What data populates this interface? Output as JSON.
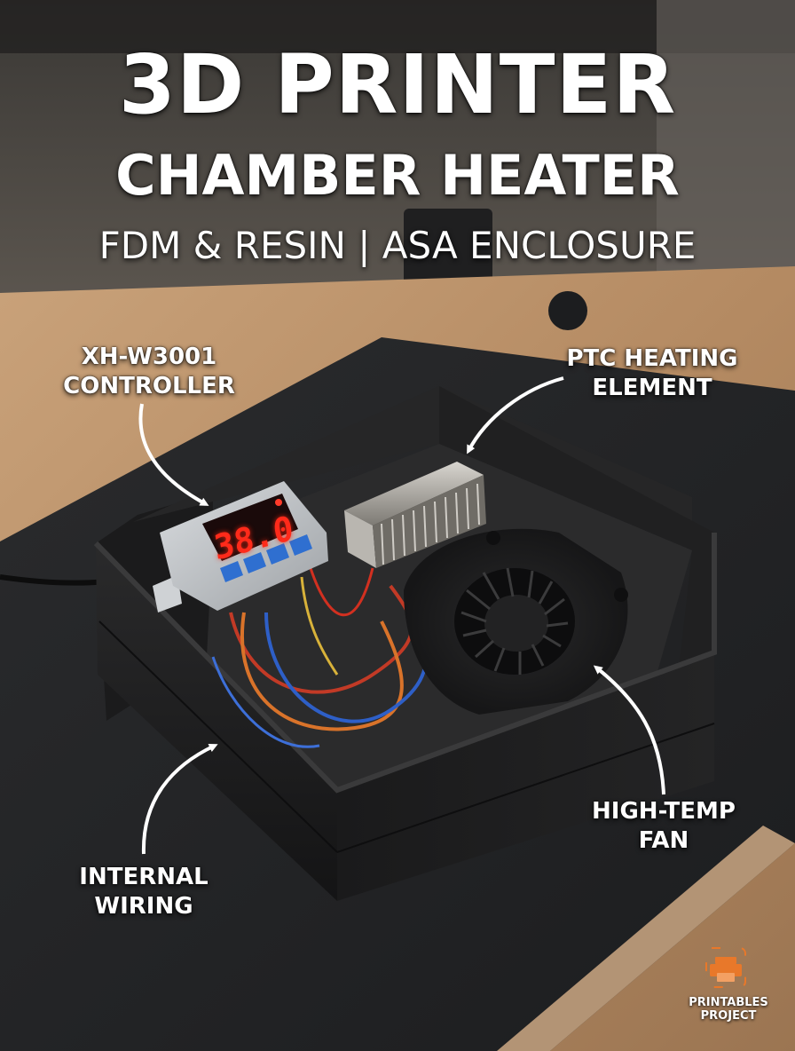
{
  "poster": {
    "title_line1": "3D PRINTER",
    "title_line2": "CHAMBER HEATER",
    "subtitle": "FDM & RESIN | ASA ENCLOSURE"
  },
  "callouts": {
    "controller": [
      "XH-W3001",
      "CONTROLLER"
    ],
    "heating_element": [
      "PTC HEATING",
      "ELEMENT"
    ],
    "fan": [
      "HIGH-TEMP",
      "FAN"
    ],
    "wiring": [
      "INTERNAL",
      "WIRING"
    ]
  },
  "controller_display": "38.0",
  "brand": [
    "PRINTABLES",
    "PROJECT"
  ],
  "colors": {
    "text": "#ffffff",
    "display_red": "#ff2a1a",
    "controller_buttons": "#2f6fd0",
    "brand_orange": "#e8782a",
    "desk_wood": "#b9916a",
    "enclosure": "#1c1c1d"
  },
  "icons": [
    "printer-icon"
  ]
}
